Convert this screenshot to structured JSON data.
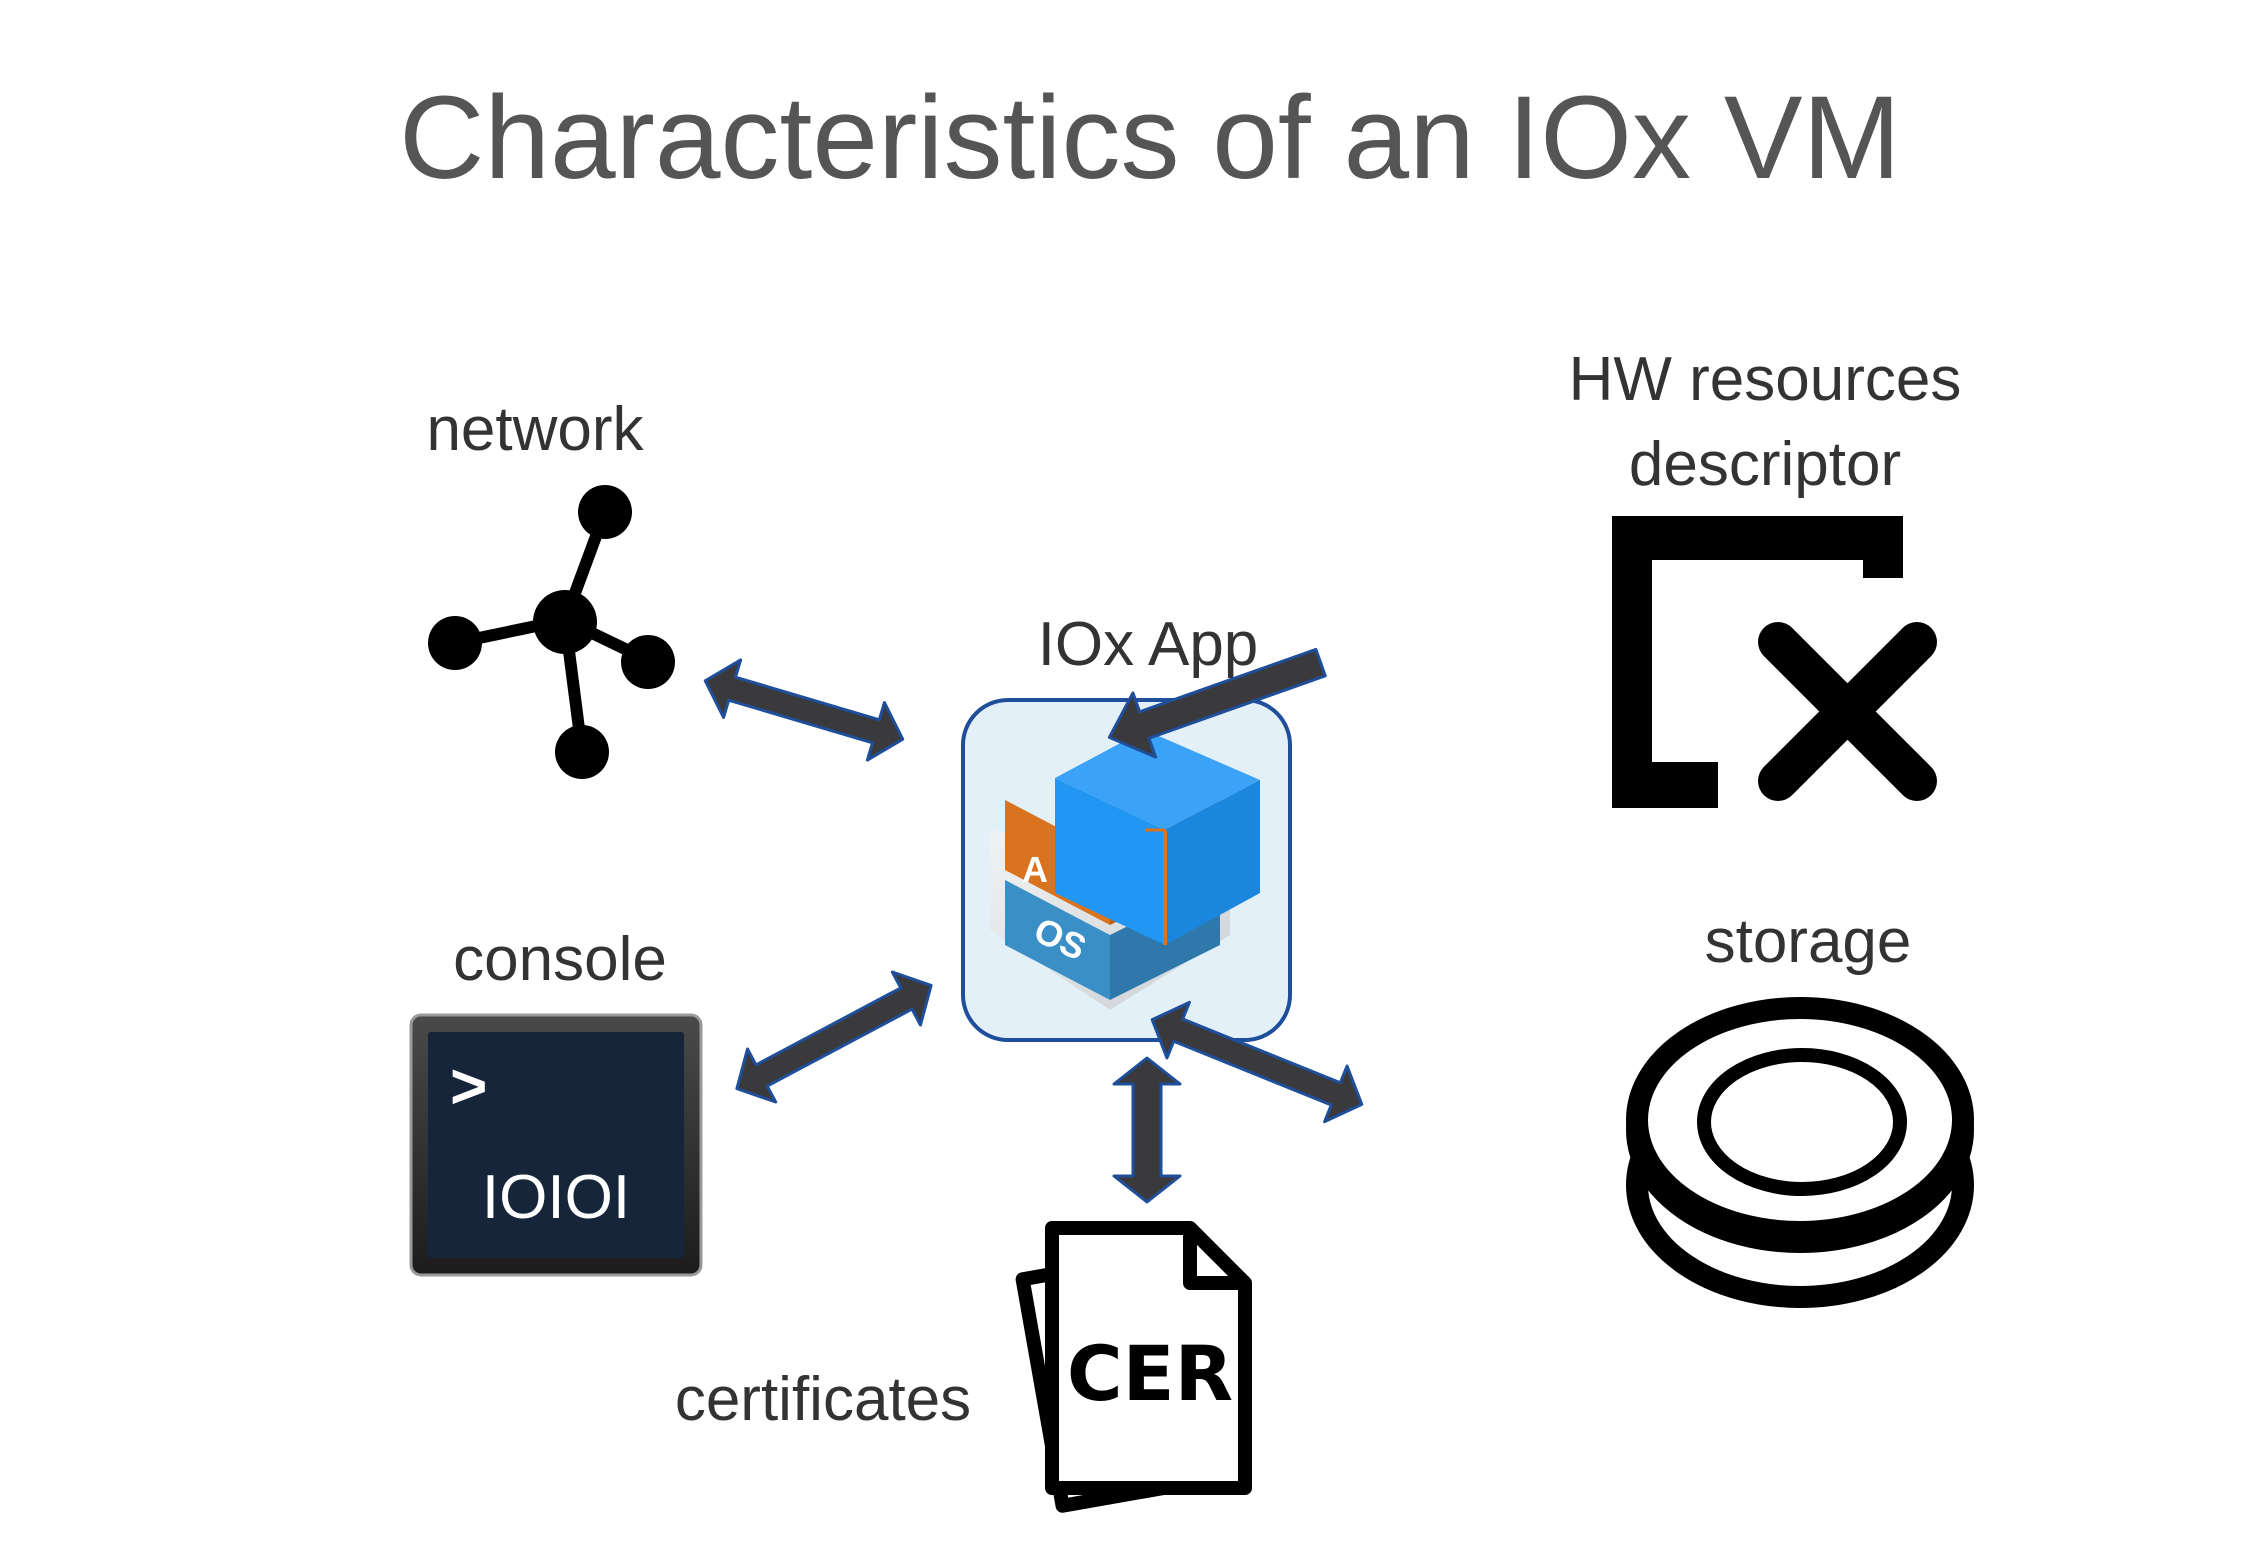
{
  "title": "Characteristics of an IOx VM",
  "center": {
    "label": "IOx App",
    "layer_app_glyph": "A",
    "layer_os_label": "OS"
  },
  "nodes": {
    "network": {
      "label": "network",
      "icon": "network-graph-icon"
    },
    "hw": {
      "label_line1": "HW resources",
      "label_line2": "descriptor",
      "icon": "close-descriptor-icon"
    },
    "console": {
      "label": "console",
      "icon": "terminal-icon",
      "prompt": ">",
      "screen_text": "IOIOI"
    },
    "storage": {
      "label": "storage",
      "icon": "disk-stack-icon"
    },
    "certificates": {
      "label": "certificates",
      "icon": "certificate-file-icon",
      "file_text": "CER"
    }
  },
  "colors": {
    "title": "#555555",
    "label": "#333333",
    "arrow_fill": "#3a3a3c",
    "arrow_stroke": "#1f4e9a",
    "center_frame": "#1f4e9a",
    "center_bg": "#e3f0f8",
    "cube_blue": "#2196f3",
    "layer_orange": "#d9731e",
    "layer_blue": "#3a8fc7",
    "console_bg": "#17253a"
  }
}
